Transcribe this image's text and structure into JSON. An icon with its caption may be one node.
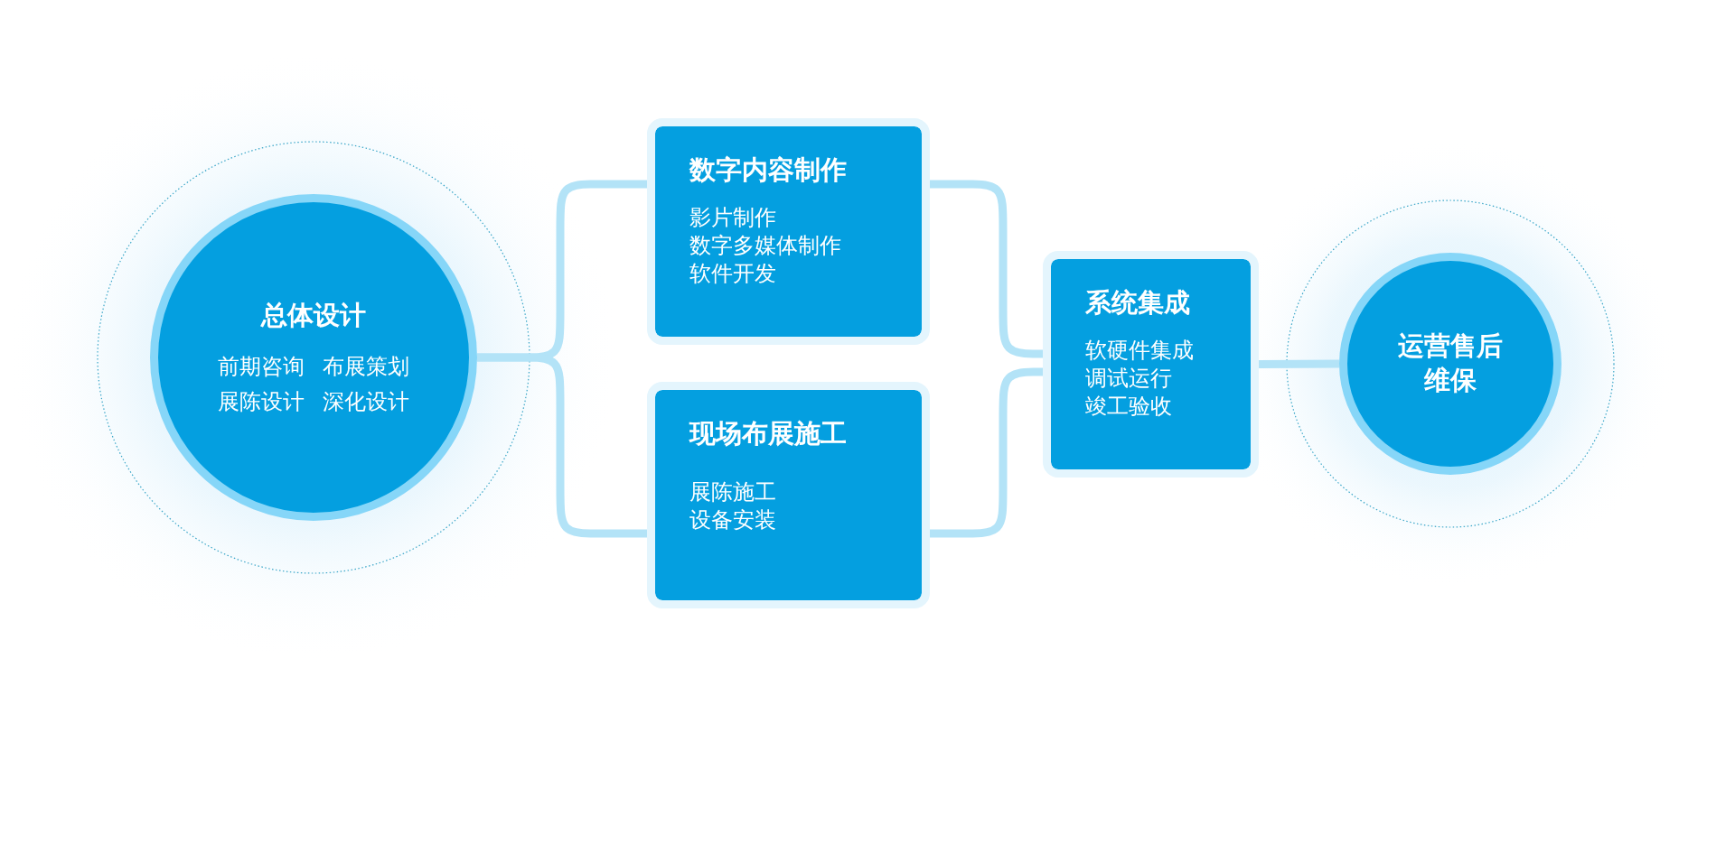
{
  "diagram": {
    "nodes": [
      {
        "text": [
          "总体设计",
          "前期咨询",
          "布展策划",
          "展陈设计",
          "深化设计"
        ]
      },
      {
        "text": [
          "数字内容制作",
          "影片制作",
          "数字多媒体制作",
          "软件开发"
        ]
      },
      {
        "text": [
          "现场布展施工",
          "展陈施工",
          "设备安装"
        ]
      },
      {
        "text": [
          "系统集成",
          "软硬件集成",
          "调试运行",
          "竣工验收"
        ]
      },
      {
        "text": [
          "运营售后维保"
        ]
      }
    ],
    "edges": [
      {
        "from": 0,
        "to": 1,
        "arrow": "none"
      },
      {
        "from": 0,
        "to": 2,
        "arrow": "none"
      },
      {
        "from": 1,
        "to": 3,
        "arrow": "none"
      },
      {
        "from": 2,
        "to": 3,
        "arrow": "none"
      },
      {
        "from": 3,
        "to": 4,
        "arrow": "none"
      }
    ]
  }
}
